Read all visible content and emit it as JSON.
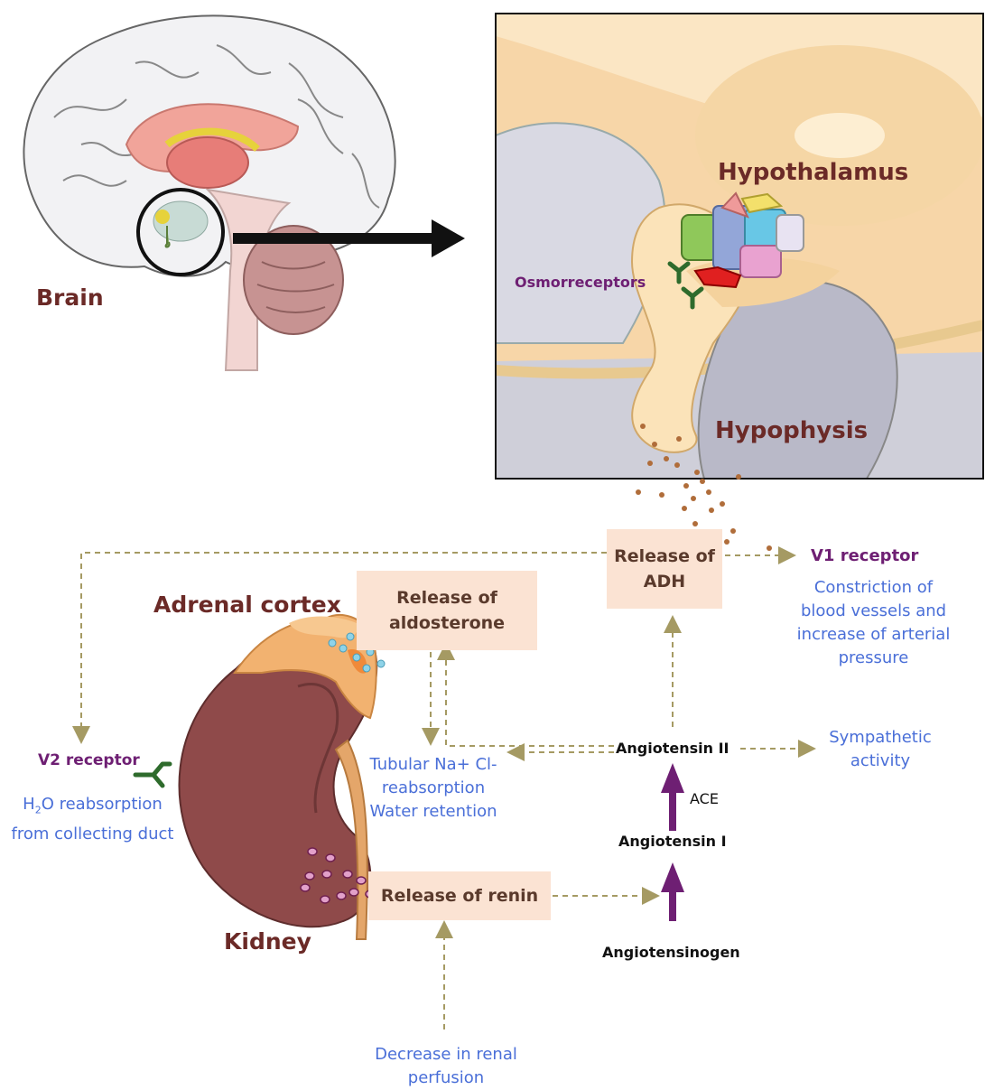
{
  "labels": {
    "brain": "Brain",
    "hypothalamus": "Hypothalamus",
    "osmoreceptors": "Osmorreceptors",
    "hypophysis": "Hypophysis",
    "adrenal_cortex": "Adrenal cortex",
    "kidney": "Kidney",
    "v1_receptor": "V1 receptor",
    "v1_effect": "Constriction of blood vessels and increase of arterial pressure",
    "v2_receptor": "V2 receptor",
    "v2_effect_line1_pre": "H",
    "v2_effect_line1_sub": "2",
    "v2_effect_line1_post": "O reabsorption",
    "v2_effect_line2": "from collecting duct",
    "tubular_line1": "Tubular Na+ Cl-",
    "tubular_line2": "reabsorption",
    "tubular_line3": "Water retention",
    "sympathetic": "Sympathetic activity",
    "decrease_renal": "Decrease in renal perfusion",
    "angiotensinogen": "Angiotensinogen",
    "angiotensin_i": "Angiotensin I",
    "ace": "ACE",
    "angiotensin_ii": "Angiotensin II"
  },
  "boxes": {
    "release_adh": "Release of ADH",
    "release_aldosterone": "Release of aldosterone",
    "release_renin": "Release of renin"
  },
  "colors": {
    "box_fill": "#fbe3d3",
    "dashed_arrow": "#a59a63",
    "pathway_arrow": "#6e1f73",
    "organ_label": "#6b2a27",
    "effect_text": "#4a6fd8",
    "receptor_green": "#2e6b2c"
  }
}
